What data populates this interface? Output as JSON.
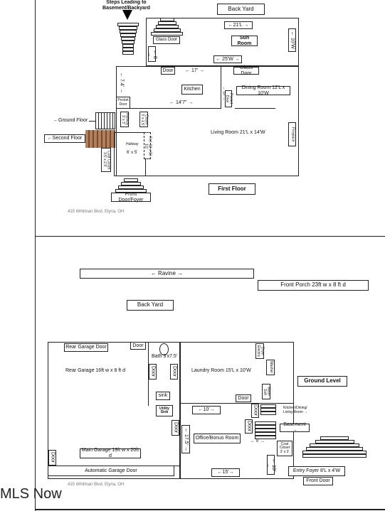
{
  "first_floor": {
    "steps_label": "Steps Leading to Basement/Backyard",
    "back_yard": "Back Yard",
    "glass_door_top": "Glass Door",
    "sun_room_length": "←21'L →",
    "sun_room": "Sun Room",
    "sun_room_width": "← 10'W",
    "sun_room_depth": "← 8 →",
    "sun_room_bottom": "← 25'W →",
    "door": "Door",
    "kitchen_width": "← 17' →",
    "glass_door": "Glass Door",
    "kitchen_depth": "← 7.4' →",
    "kitchen": "Kitchen",
    "dining_room": "Dining Room 12'L x 10'W",
    "pocket_door": "Pocket Door",
    "kitchen_bottom": "← 14'7\" →",
    "small_dim": "← 10' →",
    "pocket_door_2": "Pocket Door",
    "ground_floor": "←Ground Floor",
    "hallway_small": "Hallway 3' x 3'",
    "closet": "Closet 3' x 1.5'",
    "living_room": "Living Room 21'L x 14'W",
    "fireplace": "Fireplace",
    "second_floor": "←Second Floor",
    "hallway": "Hallway",
    "hallway_dims": "6' x 5'",
    "coat_closet": "Coat Closet 3.5' x 2.5'",
    "ref_dim": "Ref. 32 x 50 1/2",
    "front_door": "Front Door/Foyer",
    "title": "First Floor",
    "address": "415 Whitman Blvd. Elyria, OH"
  },
  "ground_level": {
    "ravine": "← Ravine →",
    "front_porch": "Front Porch 23ft w x 8 ft d",
    "back_yard": "Back Yard",
    "rear_garage_door": "Rear Garage Door",
    "door_1": "Door",
    "bath": "Bath 3'x7.5'",
    "rear_garage": "Rear Garage 16ft w x 8 ft d",
    "door_2": "Door",
    "door_3": "Door",
    "laundry": "Laundry Room 15'L x 10'W",
    "dryer_electric": "Dryer Electric",
    "washer": "Washer",
    "water_softener": "Water Soft",
    "ground_level_title": "Ground Level",
    "sink": "sink",
    "door_4": "Door",
    "utility_sink": "Utility Sink",
    "dim_10": "←10'→",
    "door_5": "Door",
    "kitchen_dining": "Kitchen/Dining/ Living Room →",
    "door_6": "Door",
    "basement": "Basement →",
    "door_7": "Door",
    "dim_175": "← 17.5' →",
    "office": "Office/Bonus Room",
    "dim_5": "← 5' →",
    "coat_closet": "Coat Closet 3' x 3'",
    "door_8": "Door",
    "main_garage": "Main Garage 19ft w x 20ft d",
    "dim_10b": "← 10' →",
    "automatic_door": "Automatic Garage Door",
    "dim_15": "←15'→",
    "entry_foyer": "Entry Foyer 8'L x 4'W",
    "front_door": "Front Door",
    "address": "415 Whitman Blvd. Elyria, OH"
  },
  "watermark": "MLS Now"
}
